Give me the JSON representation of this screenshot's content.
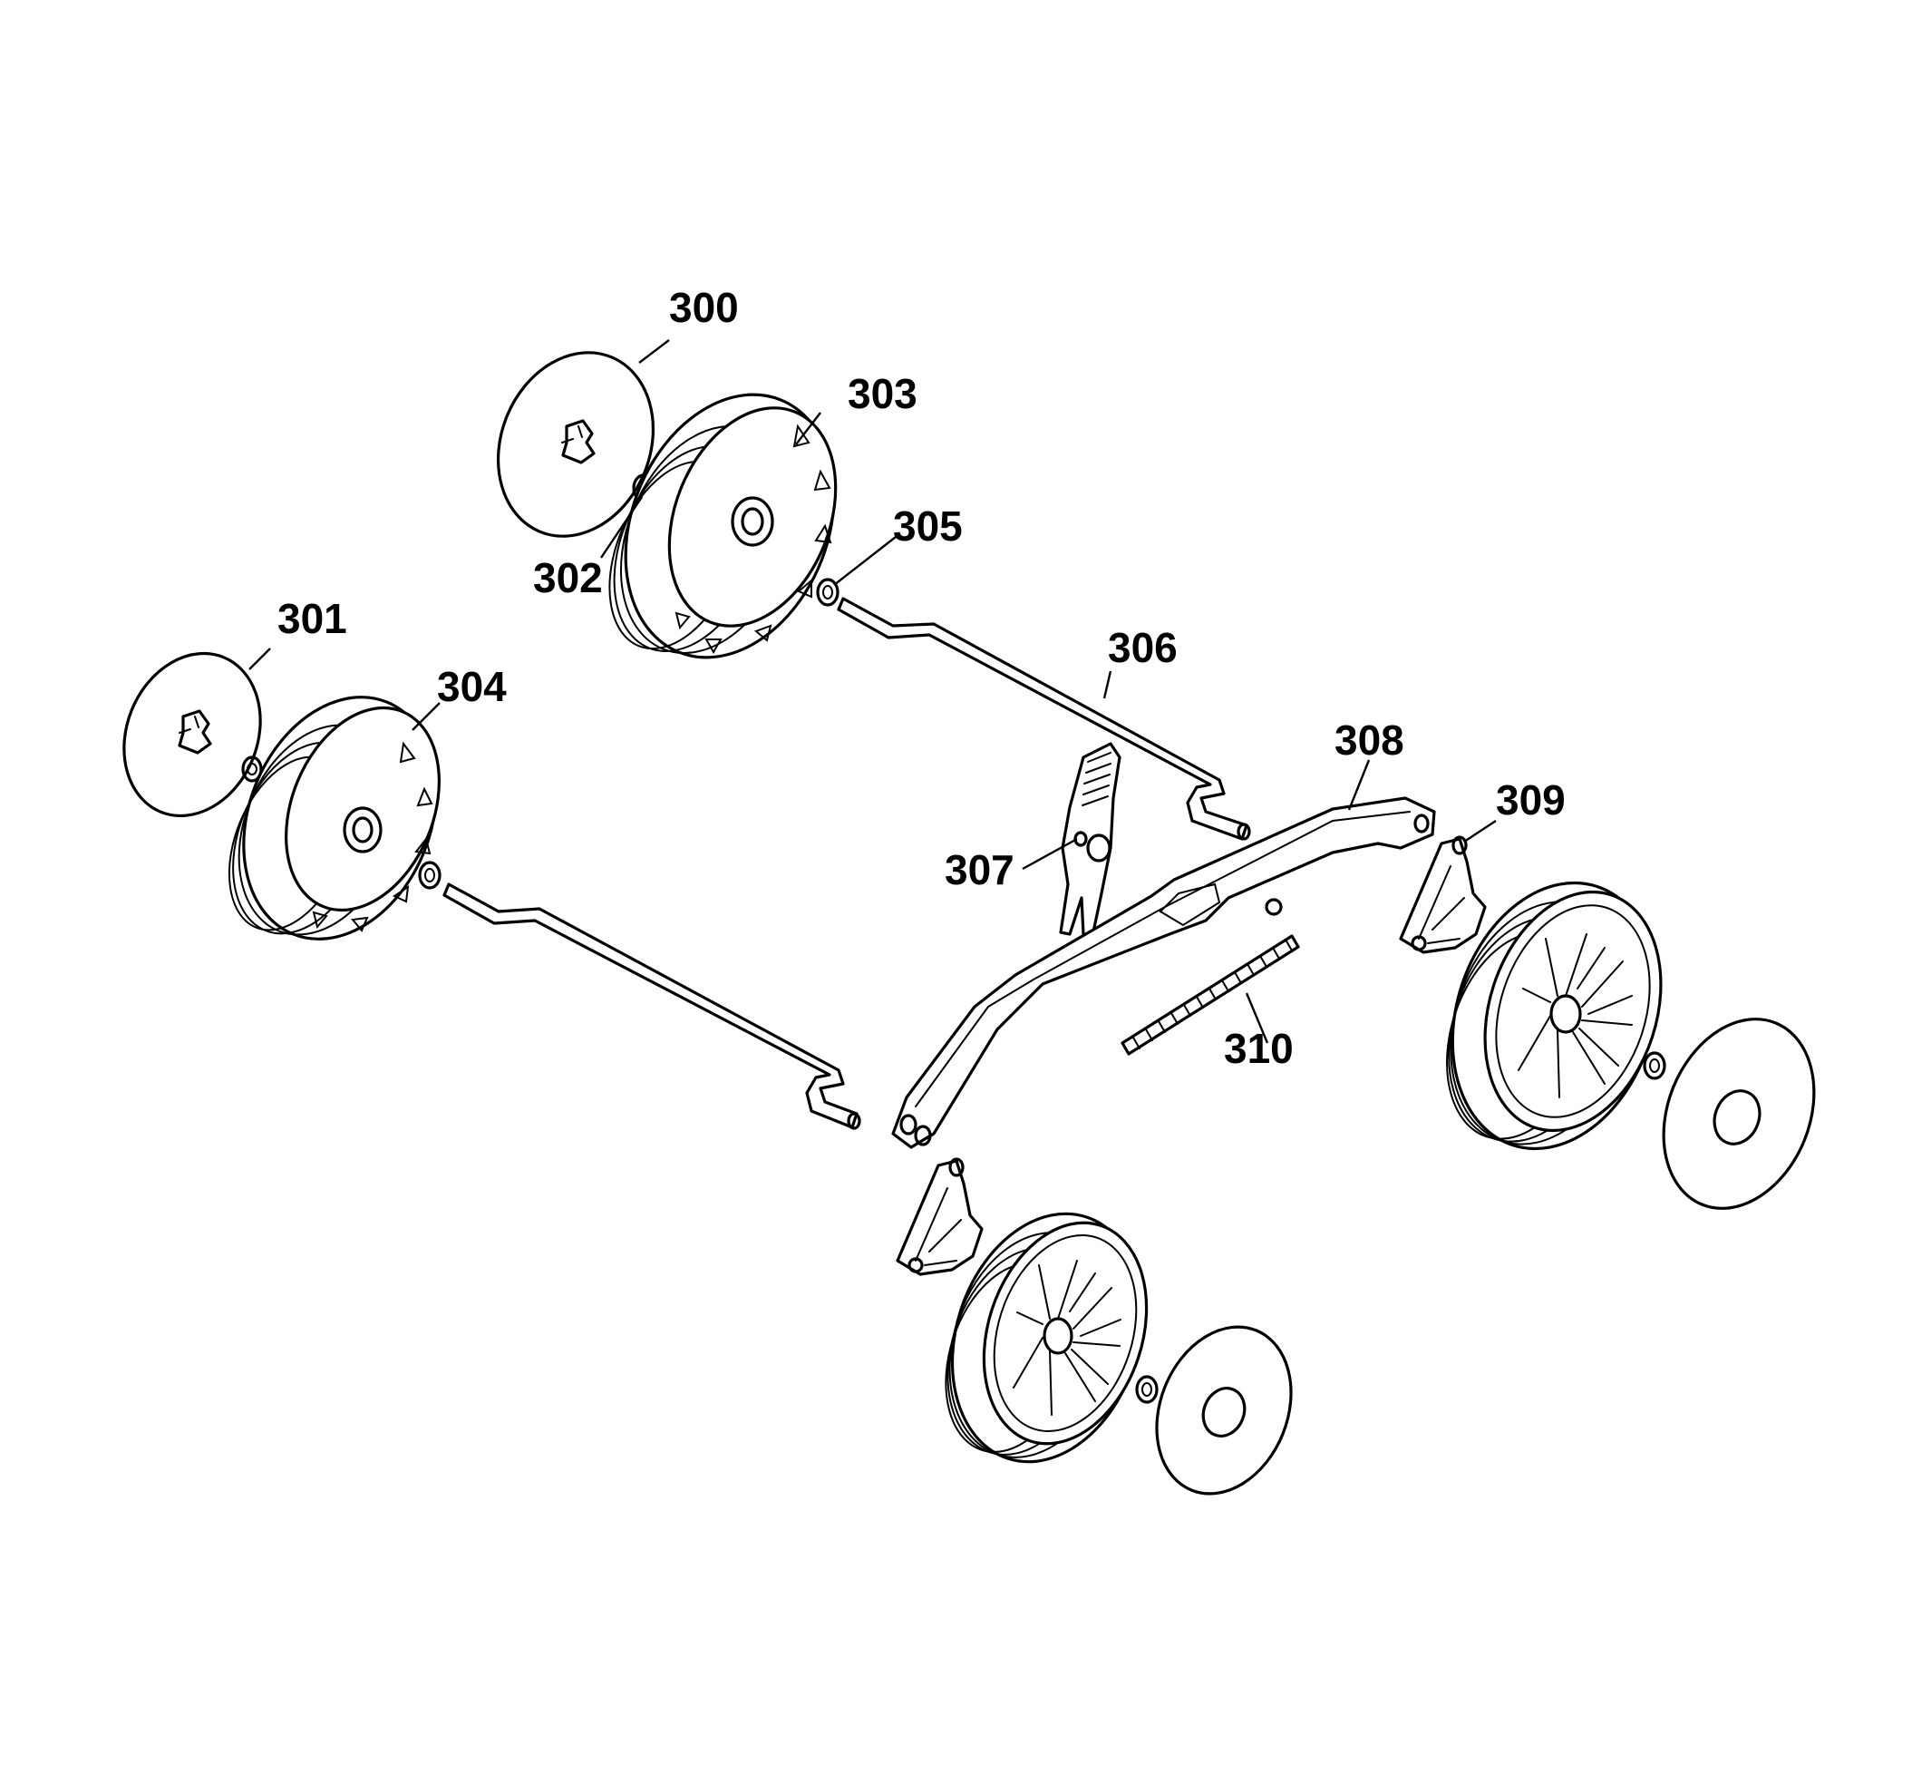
{
  "diagram": {
    "parts": [
      {
        "key": "p300",
        "label": "300"
      },
      {
        "key": "p301",
        "label": "301"
      },
      {
        "key": "p302",
        "label": "302"
      },
      {
        "key": "p303",
        "label": "303"
      },
      {
        "key": "p304",
        "label": "304"
      },
      {
        "key": "p305",
        "label": "305"
      },
      {
        "key": "p306",
        "label": "306"
      },
      {
        "key": "p307",
        "label": "307"
      },
      {
        "key": "p308",
        "label": "308"
      },
      {
        "key": "p309",
        "label": "309"
      },
      {
        "key": "p310",
        "label": "310"
      }
    ]
  }
}
